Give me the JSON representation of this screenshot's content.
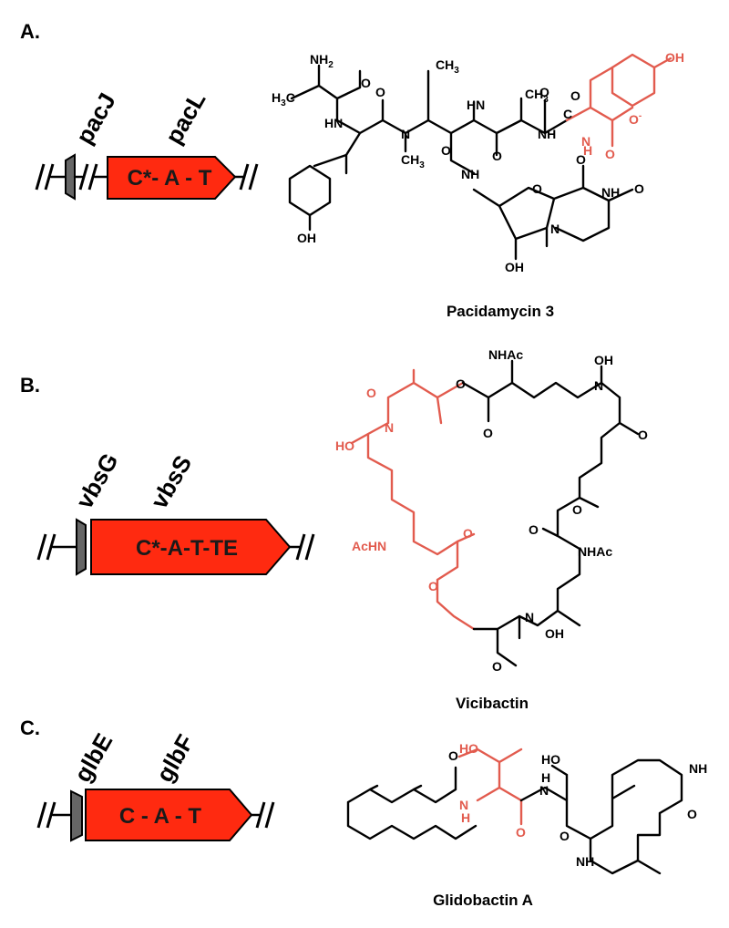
{
  "colors": {
    "nrps_red": "#ff2a10",
    "highlight_red": "#e25b4e",
    "small_gene_gray": "#666666",
    "line_black": "#000000"
  },
  "panels": [
    {
      "label": "A.",
      "genes": {
        "small": "pacJ",
        "main": "pacL"
      },
      "domains": "C*- A - T",
      "compound": "Pacidamycin 3"
    },
    {
      "label": "B.",
      "genes": {
        "small": "vbsG",
        "main": "vbsS"
      },
      "domains": "C*-A-T-TE",
      "compound": "Vicibactin"
    },
    {
      "label": "C.",
      "genes": {
        "small": "glbE",
        "main": "glbF"
      },
      "domains": "C - A - T",
      "compound": "Glidobactin A"
    }
  ],
  "atoms": {
    "nh2": "NH",
    "nh2_sub": "2",
    "h3c": "H",
    "h3c_sub": "3",
    "h3c_c": "C",
    "ch3": "CH",
    "ch3_sub": "3",
    "o": "O",
    "hn": "HN",
    "nh": "NH",
    "n": "N",
    "h": "H",
    "oh": "OH",
    "o_minus": "O",
    "minus": "-",
    "nhac": "NHAc",
    "achn": "AcHN",
    "ho": "HO"
  }
}
